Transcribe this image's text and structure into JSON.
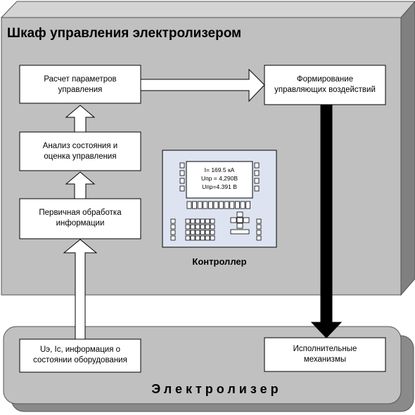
{
  "cabinet": {
    "title": "Шкаф управления электролизером"
  },
  "blocks": {
    "calc": [
      "Расчет параметров",
      "управления"
    ],
    "analysis": [
      "Анализ состояния и",
      "оценка управления"
    ],
    "primary": [
      "Первичная обработка",
      "информации"
    ],
    "forming": [
      "Формирование",
      "управляющих воздействий"
    ],
    "inputs": [
      "Uэ, Iс, информация о",
      "состоянии оборудования"
    ],
    "actuators": [
      "Исполнительные",
      "механизмы"
    ]
  },
  "controller": {
    "label": "Контроллер",
    "screen": [
      "I= 169.5 кА",
      "Uпр = 4,290В",
      "Uпр=4.391 В"
    ]
  },
  "electrolyzer": {
    "title": "Электролизер"
  },
  "colors": {
    "panel": "#c0c0c0",
    "shadow": "#808080",
    "controller_bg": "#dde3f0",
    "arrow_dark": "#000000"
  }
}
